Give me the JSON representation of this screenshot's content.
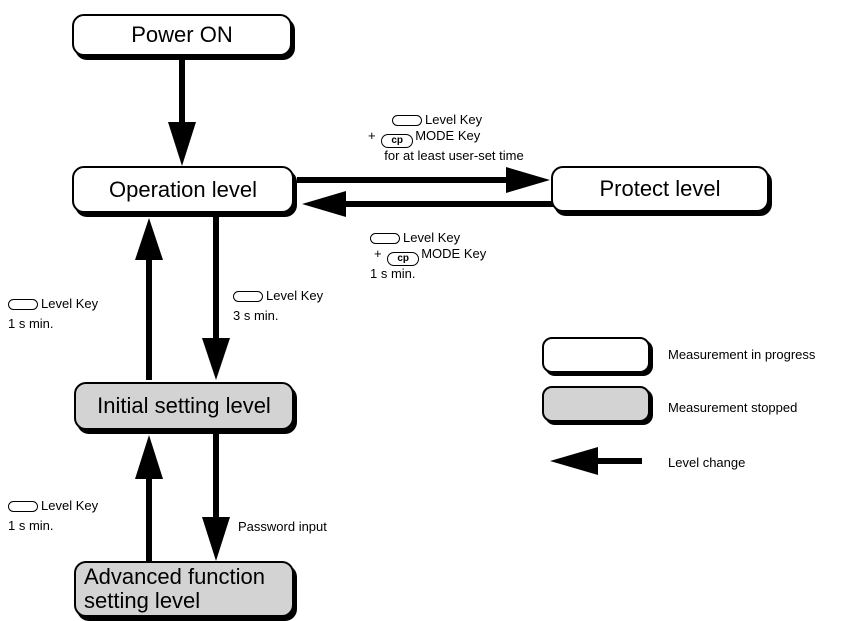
{
  "nodes": {
    "power_on": "Power ON",
    "operation_level": "Operation level",
    "protect_level": "Protect level",
    "initial_setting_level": "Initial setting level",
    "advanced_line1": "Advanced function",
    "advanced_line2": "setting level"
  },
  "labels": {
    "to_protect": {
      "line1": "Level  Key",
      "plus": "+",
      "mode_icon": "ср",
      "line2": "MODE Key",
      "line3": "for at least user-set time"
    },
    "from_protect": {
      "line1": "Level  Key",
      "plus": "+",
      "mode_icon": "ср",
      "line2": "MODE Key",
      "line3": "1 s min."
    },
    "to_initial": {
      "line1": "Level  Key",
      "line2": "3 s min."
    },
    "from_initial": {
      "line1": "Level Key",
      "line2": "1 s min."
    },
    "from_advanced": {
      "line1": "Level  Key",
      "line2": "1 s min."
    },
    "password": "Password input"
  },
  "legend": {
    "in_progress": "Measurement in progress",
    "stopped": "Measurement stopped",
    "level_change": "Level change"
  },
  "colors": {
    "running": "#ffffff",
    "stopped": "#d3d3d3",
    "line": "#000000"
  }
}
